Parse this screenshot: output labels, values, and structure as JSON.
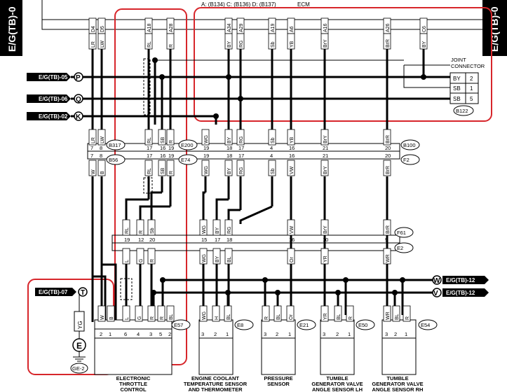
{
  "header": {
    "connector_ids": "A: (B134)  C: (B136)  D: (B137)",
    "ecm_label": "ECM",
    "side_label_left": "E/G(TB)-0",
    "side_label_right": "E/G(TB)-0"
  },
  "ecm_pins": [
    {
      "pin": "D4",
      "wire": "LR"
    },
    {
      "pin": "D5",
      "wire": "LW"
    },
    {
      "pin": "A18",
      "wire": "RL"
    },
    {
      "pin": "A28",
      "wire": "R"
    },
    {
      "pin": "A34",
      "wire": "BY"
    },
    {
      "pin": "A29",
      "wire": "RG"
    },
    {
      "pin": "A19",
      "wire": "Sb"
    },
    {
      "pin": "A6",
      "wire": "YB"
    },
    {
      "pin": "A16",
      "wire": "BrY"
    },
    {
      "pin": "A26",
      "wire": "BrR"
    },
    {
      "pin": "C6",
      "wire": "BY"
    }
  ],
  "joint_connector": {
    "title_line1": "JOINT",
    "title_line2": "CONNECTOR",
    "id": "B122",
    "rows": [
      {
        "wire": "BY",
        "pin": "2"
      },
      {
        "wire": "SB",
        "pin": "1"
      },
      {
        "wire": "SB",
        "pin": "5"
      }
    ]
  },
  "left_refs": [
    {
      "label": "E/G(TB)-05",
      "letter": "P"
    },
    {
      "label": "E/G(TB)-06",
      "letter": "Q"
    },
    {
      "label": "E/G(TB)-02",
      "letter": "K"
    },
    {
      "label": "E/G(TB)-07",
      "letter": "T"
    }
  ],
  "right_refs": [
    {
      "letter": "W",
      "label": "E/G(TB)-12"
    },
    {
      "letter": "V",
      "label": "E/G(TB)-12"
    }
  ],
  "connectors": {
    "B317": "B317",
    "B56": "B56",
    "E200": "E200",
    "E74": "E74",
    "B100": "B100",
    "F2": "F2",
    "F61": "F61",
    "E2": "E2",
    "E57": "E57",
    "E8": "E8",
    "E21": "E21",
    "E50": "E50",
    "E54": "E54",
    "GE2": "GE-2"
  },
  "row1_colors": [
    "LR",
    "LW",
    "RL",
    "SB",
    "R",
    "WG",
    "BY",
    "RG",
    "Sb",
    "YB",
    "BrY",
    "BrR"
  ],
  "row1_pins": [
    "7",
    "8",
    "17",
    "16",
    "19",
    "19",
    "18",
    "17",
    "4",
    "16",
    "21",
    "20"
  ],
  "row2_pins": [
    "7",
    "8",
    "17",
    "16",
    "19",
    "19",
    "18",
    "17",
    "4",
    "16",
    "21",
    "20"
  ],
  "row2_colors": [
    "W",
    "B",
    "RL",
    "SB",
    "R",
    "WG",
    "BY",
    "RG",
    "Sb",
    "VW",
    "BrY",
    "BrR"
  ],
  "row3_colors": [
    "RL",
    "R",
    "Sb",
    "WG",
    "BY",
    "RG",
    "VW",
    "BrY",
    "BrR"
  ],
  "row3_pins": [
    "19",
    "12",
    "20",
    "15",
    "17",
    "18",
    "16",
    "10",
    "9"
  ],
  "row4_colors": [
    "L",
    "G",
    "R",
    "WG",
    "BY",
    "BL",
    "Or",
    "YR",
    "WR"
  ],
  "bottom_pins": {
    "E57_left": [
      "2",
      "1"
    ],
    "E57": [
      "6",
      "4",
      "3",
      "5",
      "2"
    ],
    "E57_colors": [
      "L",
      "G",
      "R",
      "R",
      "BL"
    ],
    "E8": [
      "3",
      "2",
      "1"
    ],
    "E8_colors": [
      "WG",
      "H",
      "BL"
    ],
    "E21": [
      "3",
      "2",
      "1"
    ],
    "E21_colors": [
      "R",
      "BL",
      "Or"
    ],
    "E50": [
      "3",
      "2",
      "1"
    ],
    "E50_colors": [
      "YR",
      "BL",
      "R"
    ],
    "E54": [
      "3",
      "2",
      "1"
    ],
    "E54_colors": [
      "WR",
      "BL",
      "R"
    ]
  },
  "ground_wire": "YG",
  "ground_letter": "E",
  "component_titles": [
    {
      "line1": "ELECTRONIC",
      "line2": "THROTTLE",
      "line3": "CONTROL"
    },
    {
      "line1": "ENGINE COOLANT",
      "line2": "TEMPERATURE SENSOR",
      "line3": "AND THERMOMETER"
    },
    {
      "line1": "PRESSURE",
      "line2": "SENSOR",
      "line3": ""
    },
    {
      "line1": "TUMBLE",
      "line2": "GENERATOR VALVE",
      "line3": "ANGLE SENSOR LH"
    },
    {
      "line1": "TUMBLE",
      "line2": "GENERATOR VALVE",
      "line3": "ANGLE SENSOR RH"
    }
  ]
}
